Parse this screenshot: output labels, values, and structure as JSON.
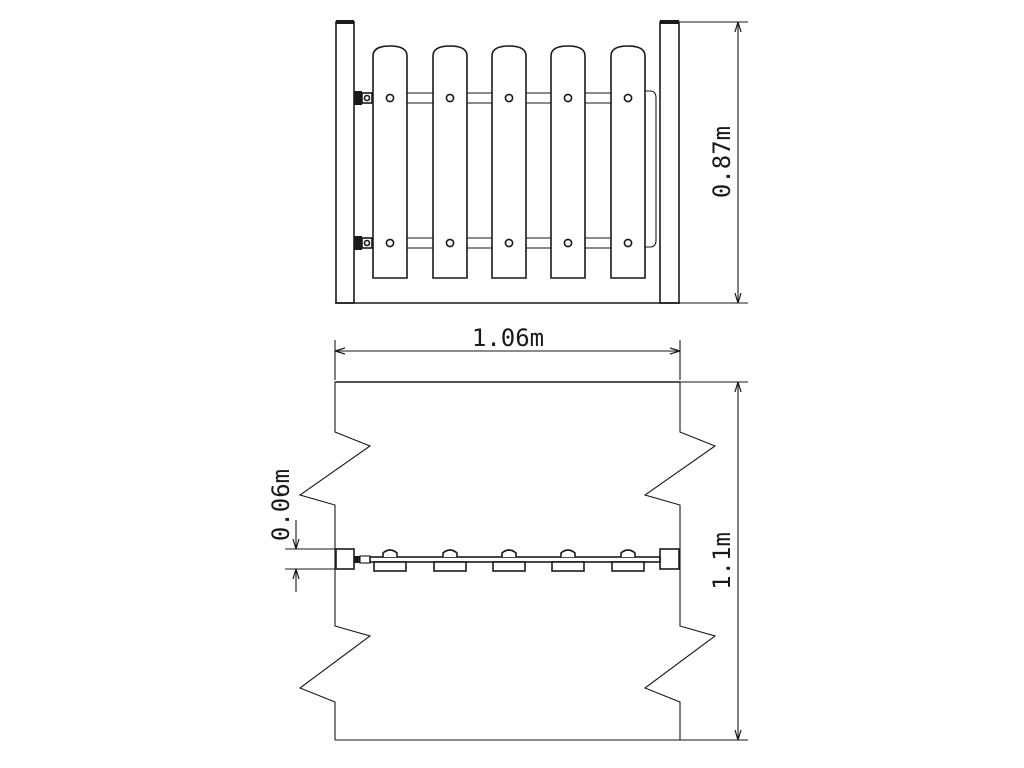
{
  "drawing": {
    "dimensions": {
      "height_front": "0.87m",
      "width": "1.06m",
      "depth": "1.1m",
      "gap": "0.06m"
    },
    "picket_count": 5
  }
}
